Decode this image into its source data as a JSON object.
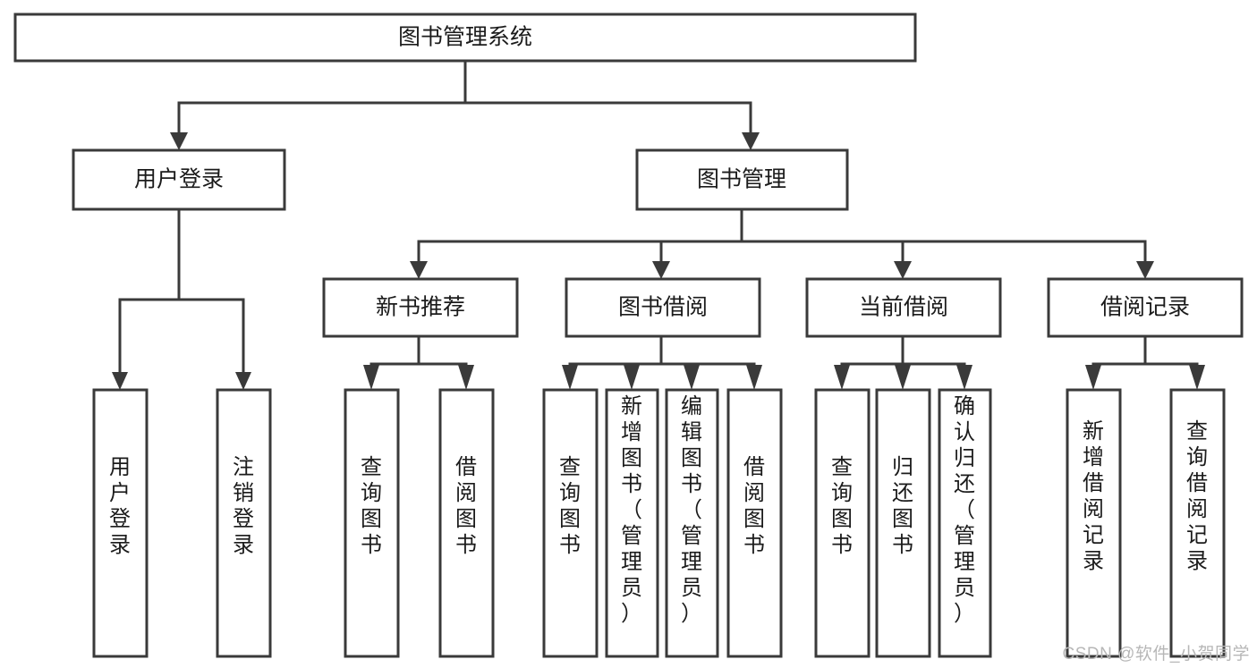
{
  "diagram": {
    "type": "tree-hierarchy-chart",
    "title": "图书管理系统",
    "watermark": "CSDN @软件_小贺同学",
    "colors": {
      "box_stroke": "#3a3a3a",
      "box_fill": "#ffffff",
      "connector": "#3a3a3a",
      "text": "#1b1b1b",
      "watermark": "#b7b7b7",
      "background": "#ffffff"
    },
    "levels": {
      "root": {
        "label": "图书管理系统"
      },
      "level2": [
        {
          "label": "用户登录"
        },
        {
          "label": "图书管理"
        }
      ],
      "level3": [
        {
          "label": "新书推荐"
        },
        {
          "label": "图书借阅"
        },
        {
          "label": "当前借阅"
        },
        {
          "label": "借阅记录"
        }
      ],
      "leaves": {
        "user_login": [
          {
            "label": "用户登录"
          },
          {
            "label": "注销登录"
          }
        ],
        "new_book_recommend": [
          {
            "label": "查询图书"
          },
          {
            "label": "借阅图书"
          }
        ],
        "book_borrow": [
          {
            "label": "查询图书"
          },
          {
            "label": "新增图书（管理员）"
          },
          {
            "label": "编辑图书（管理员）"
          },
          {
            "label": "借阅图书"
          }
        ],
        "current_borrow": [
          {
            "label": "查询图书"
          },
          {
            "label": "归还图书"
          },
          {
            "label": "确认归还（管理员）"
          }
        ],
        "borrow_record": [
          {
            "label": "新增借阅记录"
          },
          {
            "label": "查询借阅记录"
          }
        ]
      }
    }
  }
}
